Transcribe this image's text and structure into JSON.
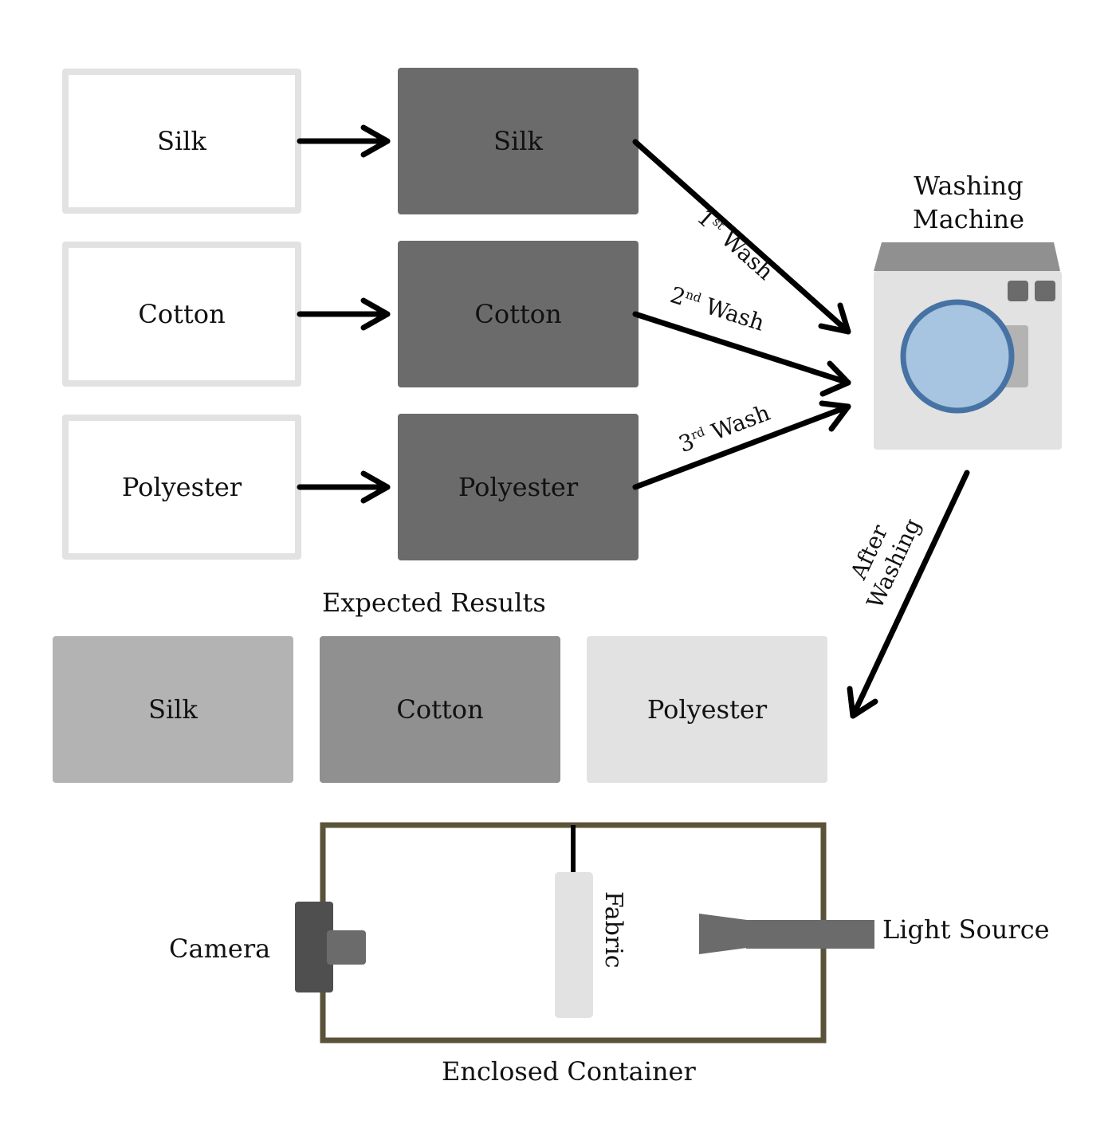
{
  "diagram": {
    "raw_fabrics": [
      {
        "label": "Silk"
      },
      {
        "label": "Cotton"
      },
      {
        "label": "Polyester"
      }
    ],
    "dyed_fabrics": [
      {
        "label": "Silk"
      },
      {
        "label": "Cotton"
      },
      {
        "label": "Polyester"
      }
    ],
    "wash_labels": [
      {
        "ordinal": "1",
        "suffix": "st",
        "word": "Wash"
      },
      {
        "ordinal": "2",
        "suffix": "nd",
        "word": "Wash"
      },
      {
        "ordinal": "3",
        "suffix": "rd",
        "word": "Wash"
      }
    ],
    "washing_machine": {
      "title_line1": "Washing",
      "title_line2": "Machine"
    },
    "after_washing": {
      "line1": "After",
      "line2": "Washing"
    },
    "expected_results": {
      "title": "Expected Results",
      "items": [
        {
          "label": "Silk",
          "color": "#b3b3b3"
        },
        {
          "label": "Cotton",
          "color": "#909090"
        },
        {
          "label": "Polyester",
          "color": "#e2e2e2"
        }
      ]
    },
    "setup": {
      "camera_label": "Camera",
      "fabric_label": "Fabric",
      "light_source_label": "Light Source",
      "container_label": "Enclosed Container"
    },
    "colors": {
      "raw_border": "#e2e2e2",
      "dyed_fill": "#6b6b6b",
      "machine_body": "#e2e2e2",
      "machine_top": "#909090",
      "door_fill": "#a7c4e0",
      "door_ring": "#4673a3",
      "container_border": "#5b5339"
    }
  }
}
